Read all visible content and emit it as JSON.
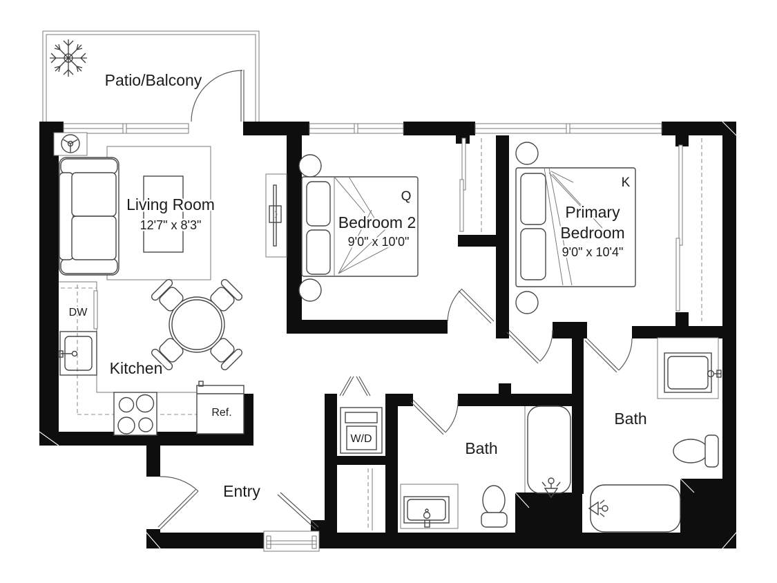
{
  "plan": {
    "rooms": {
      "patio": {
        "label": "Patio/Balcony"
      },
      "living_room": {
        "label": "Living Room",
        "dimensions": "12'7\" x 8'3\""
      },
      "bedroom2": {
        "label": "Bedroom 2",
        "dimensions": "9'0\" x 10'0\"",
        "bed_tag": "Q"
      },
      "primary_bedroom": {
        "label_line1": "Primary",
        "label_line2": "Bedroom",
        "dimensions": "9'0\" x 10'4\"",
        "bed_tag": "K"
      },
      "kitchen": {
        "label": "Kitchen",
        "dishwasher_label": "DW",
        "refrigerator_label": "Ref."
      },
      "laundry": {
        "washer_dryer_label": "W/D"
      },
      "entry": {
        "label": "Entry"
      },
      "bath1": {
        "label": "Bath"
      },
      "bath2": {
        "label": "Bath"
      }
    },
    "icons": {
      "plant": "plant-icon",
      "ceiling_fan": "ceiling-fan-icon",
      "shower_head": "shower-head-icon",
      "faucet": "faucet-icon"
    },
    "colors": {
      "wall": "#0e0e0e",
      "furniture_line": "#474747",
      "light_line": "#8f8f8f",
      "background": "#ffffff",
      "text": "#1c1c1c"
    }
  }
}
